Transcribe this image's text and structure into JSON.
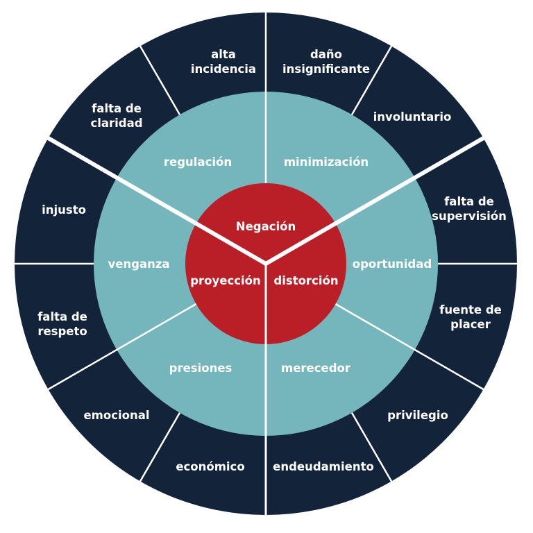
{
  "colors": {
    "outer": "#12233a",
    "middle": "#74b6bb",
    "center": "#ba1f27",
    "divider": "#ffffff"
  },
  "center": {
    "top": "Negación",
    "left": "proyección",
    "right": "distorción"
  },
  "middle": {
    "regulacion": "regulación",
    "minimizacion": "minimización",
    "oportunidad": "oportunidad",
    "merecedor": "merecedor",
    "presiones": "presiones",
    "venganza": "venganza"
  },
  "outer": {
    "alta_incidencia": [
      "alta",
      "incidencia"
    ],
    "dano_insignificante": [
      "daño",
      "insignificante"
    ],
    "involuntario": [
      "involuntario"
    ],
    "falta_supervision": [
      "falta de",
      "supervisión"
    ],
    "fuente_placer": [
      "fuente de",
      "placer"
    ],
    "privilegio": [
      "privilegio"
    ],
    "endeudamiento": [
      "endeudamiento"
    ],
    "economico": [
      "económico"
    ],
    "emocional": [
      "emocional"
    ],
    "falta_respeto": [
      "falta de",
      "respeto"
    ],
    "injusto": [
      "injusto"
    ],
    "falta_claridad": [
      "falta de",
      "claridad"
    ]
  }
}
